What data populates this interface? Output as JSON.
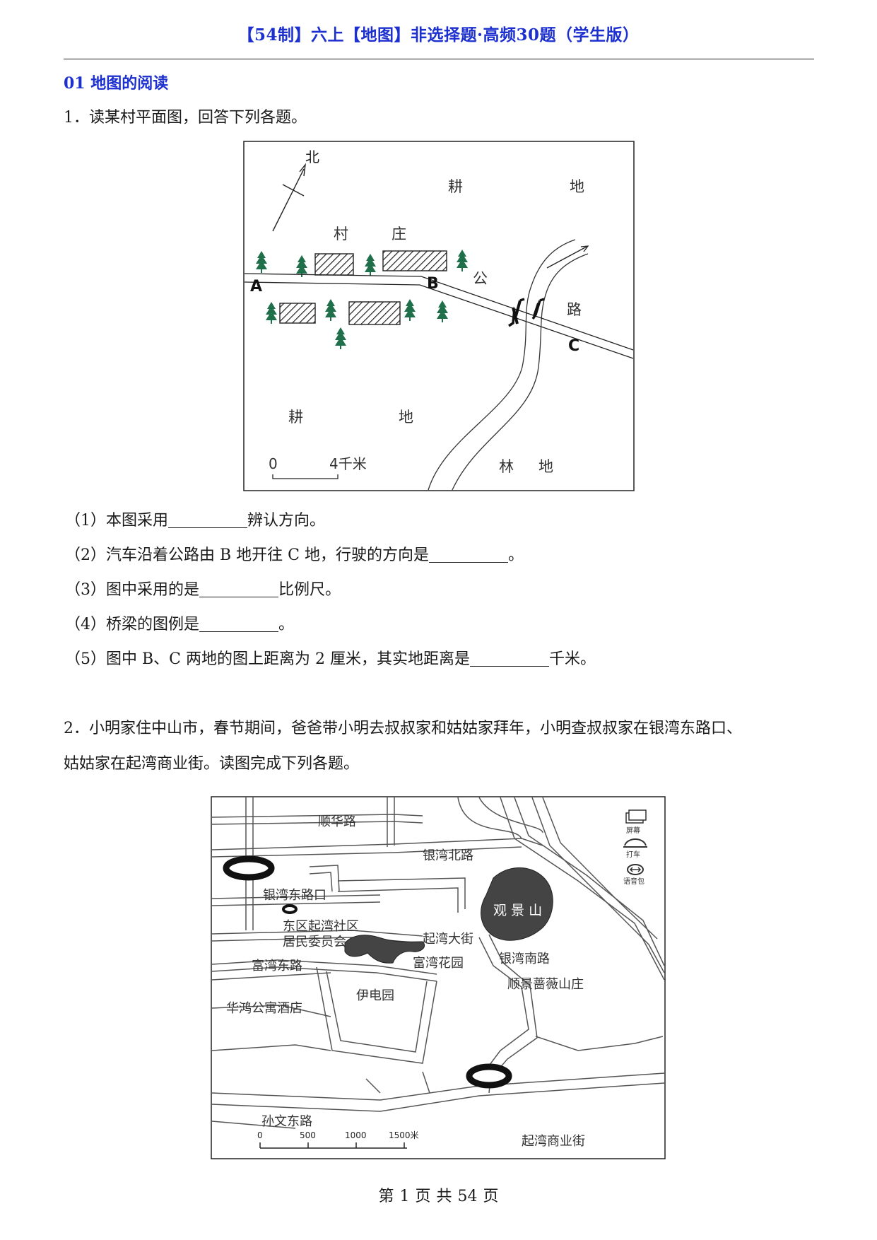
{
  "header": {
    "title": "【54制】六上【地图】非选择题·高频30题（学生版）"
  },
  "section": {
    "title": "01  地图的阅读"
  },
  "q1": {
    "stem": "1．读某村平面图，回答下列各题。",
    "map": {
      "north": "北",
      "farmland_top_1": "耕",
      "farmland_top_2": "地",
      "village_1": "村",
      "village_2": "庄",
      "point_a": "A",
      "point_b": "B",
      "point_c": "C",
      "road_1": "公",
      "road_2": "路",
      "farmland_bottom_1": "耕",
      "farmland_bottom_2": "地",
      "forest_1": "林",
      "forest_2": "地",
      "scale_zero": "0",
      "scale_len": "4千米"
    },
    "sub1_a": "（1）本图采用",
    "sub1_b": "辨认方向。",
    "sub2_a": "（2）汽车沿着公路由 B 地开往 C 地，行驶的方向是",
    "sub2_b": "。",
    "sub3_a": "（3）图中采用的是",
    "sub3_b": "比例尺。",
    "sub4_a": "（4）桥梁的图例是",
    "sub4_b": "。",
    "sub5_a": "（5）图中 B、C 两地的图上距离为 2 厘米，其实地距离是",
    "sub5_b": "千米。"
  },
  "q2": {
    "stem_line1": "2．小明家住中山市，春节期间，爸爸带小明去叔叔家和姑姑家拜年，小明查叔叔家在银湾东路口、",
    "stem_line2": "姑姑家在起湾商业街。读图完成下列各题。",
    "map": {
      "shunhua_road": "顺华路",
      "yinwan_north_road": "银湾北路",
      "yinwan_east_crossing": "银湾东路口",
      "guanjing_mountain": "观 景 山",
      "dongqu_1": "东区起湾社区",
      "dongqu_2": "居民委员会",
      "qiwan_avenue": "起湾大街",
      "fuwan_east_road": "富湾东路",
      "fuwan_garden": "富湾花园",
      "yinwan_south_road": "银湾南路",
      "shunjing_villa": "顺景蔷薇山庄",
      "yidian_park": "伊电园",
      "huahong_hotel": "华鸿公寓酒店",
      "sunwen_east_road": "孙文东路",
      "qiwan_commercial_street": "起湾商业街",
      "scale_0": "0",
      "scale_500": "500",
      "scale_1000": "1000",
      "scale_1500": "1500米",
      "ui_screen": "屏幕",
      "ui_taxi": "打车",
      "ui_voice": "语音包"
    }
  },
  "footer": {
    "p1": "第",
    "p2": "1",
    "p3": "页",
    "p4": "共",
    "p5": "54",
    "p6": "页"
  }
}
